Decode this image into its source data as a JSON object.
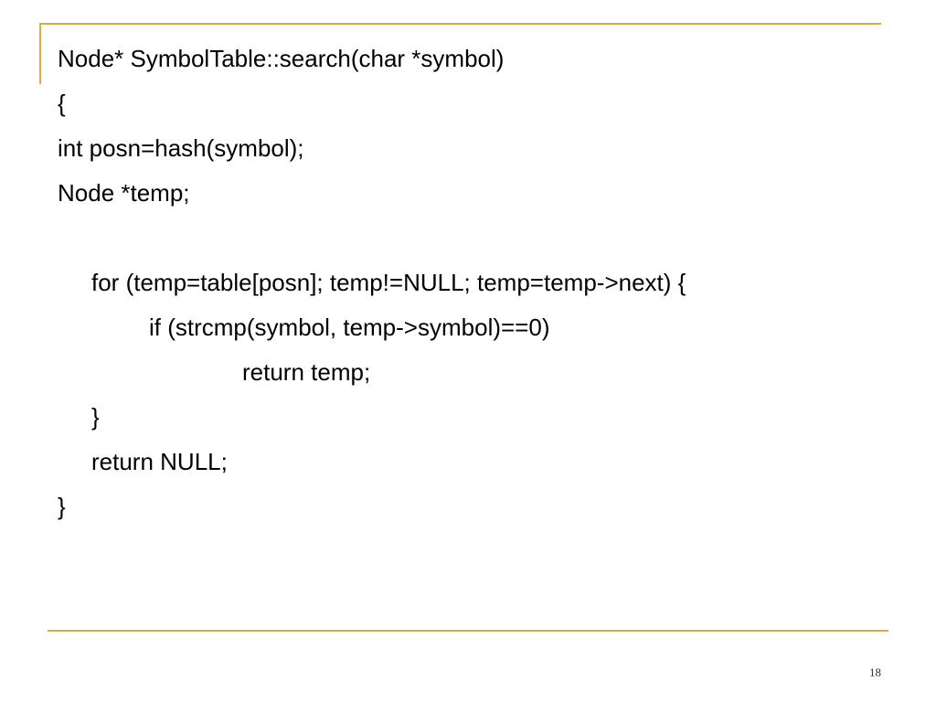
{
  "slide": {
    "code_lines": [
      {
        "text": "Node* SymbolTable::search(char *symbol)"
      },
      {
        "text": "{"
      },
      {
        "text": "int posn=hash(symbol);"
      },
      {
        "text": "Node *temp;"
      },
      {
        "text": ""
      },
      {
        "text": "for (temp=table[posn]; temp!=NULL; temp=temp->next) {"
      },
      {
        "text": "if (strcmp(symbol, temp->symbol)==0)"
      },
      {
        "text": "return temp;"
      },
      {
        "text": "}"
      },
      {
        "text": "return NULL;"
      },
      {
        "text": "}"
      }
    ],
    "page_number": "18",
    "accent_color": "#e0a93a"
  }
}
